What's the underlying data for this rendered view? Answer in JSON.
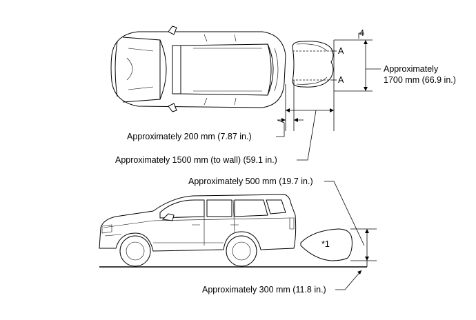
{
  "labels": {
    "ref_number": "4",
    "marker_a_top": "A",
    "marker_a_bottom": "A",
    "width_line1": "Approximately",
    "width_line2": "1700 mm (66.9 in.)",
    "offset_200": "Approximately 200 mm (7.87 in.)",
    "distance_1500": "Approximately 1500 mm (to wall) (59.1 in.)",
    "height_500": "Approximately 500 mm (19.7 in.)",
    "height_300": "Approximately 300 mm (11.8 in.)",
    "target_mark": "*1"
  }
}
